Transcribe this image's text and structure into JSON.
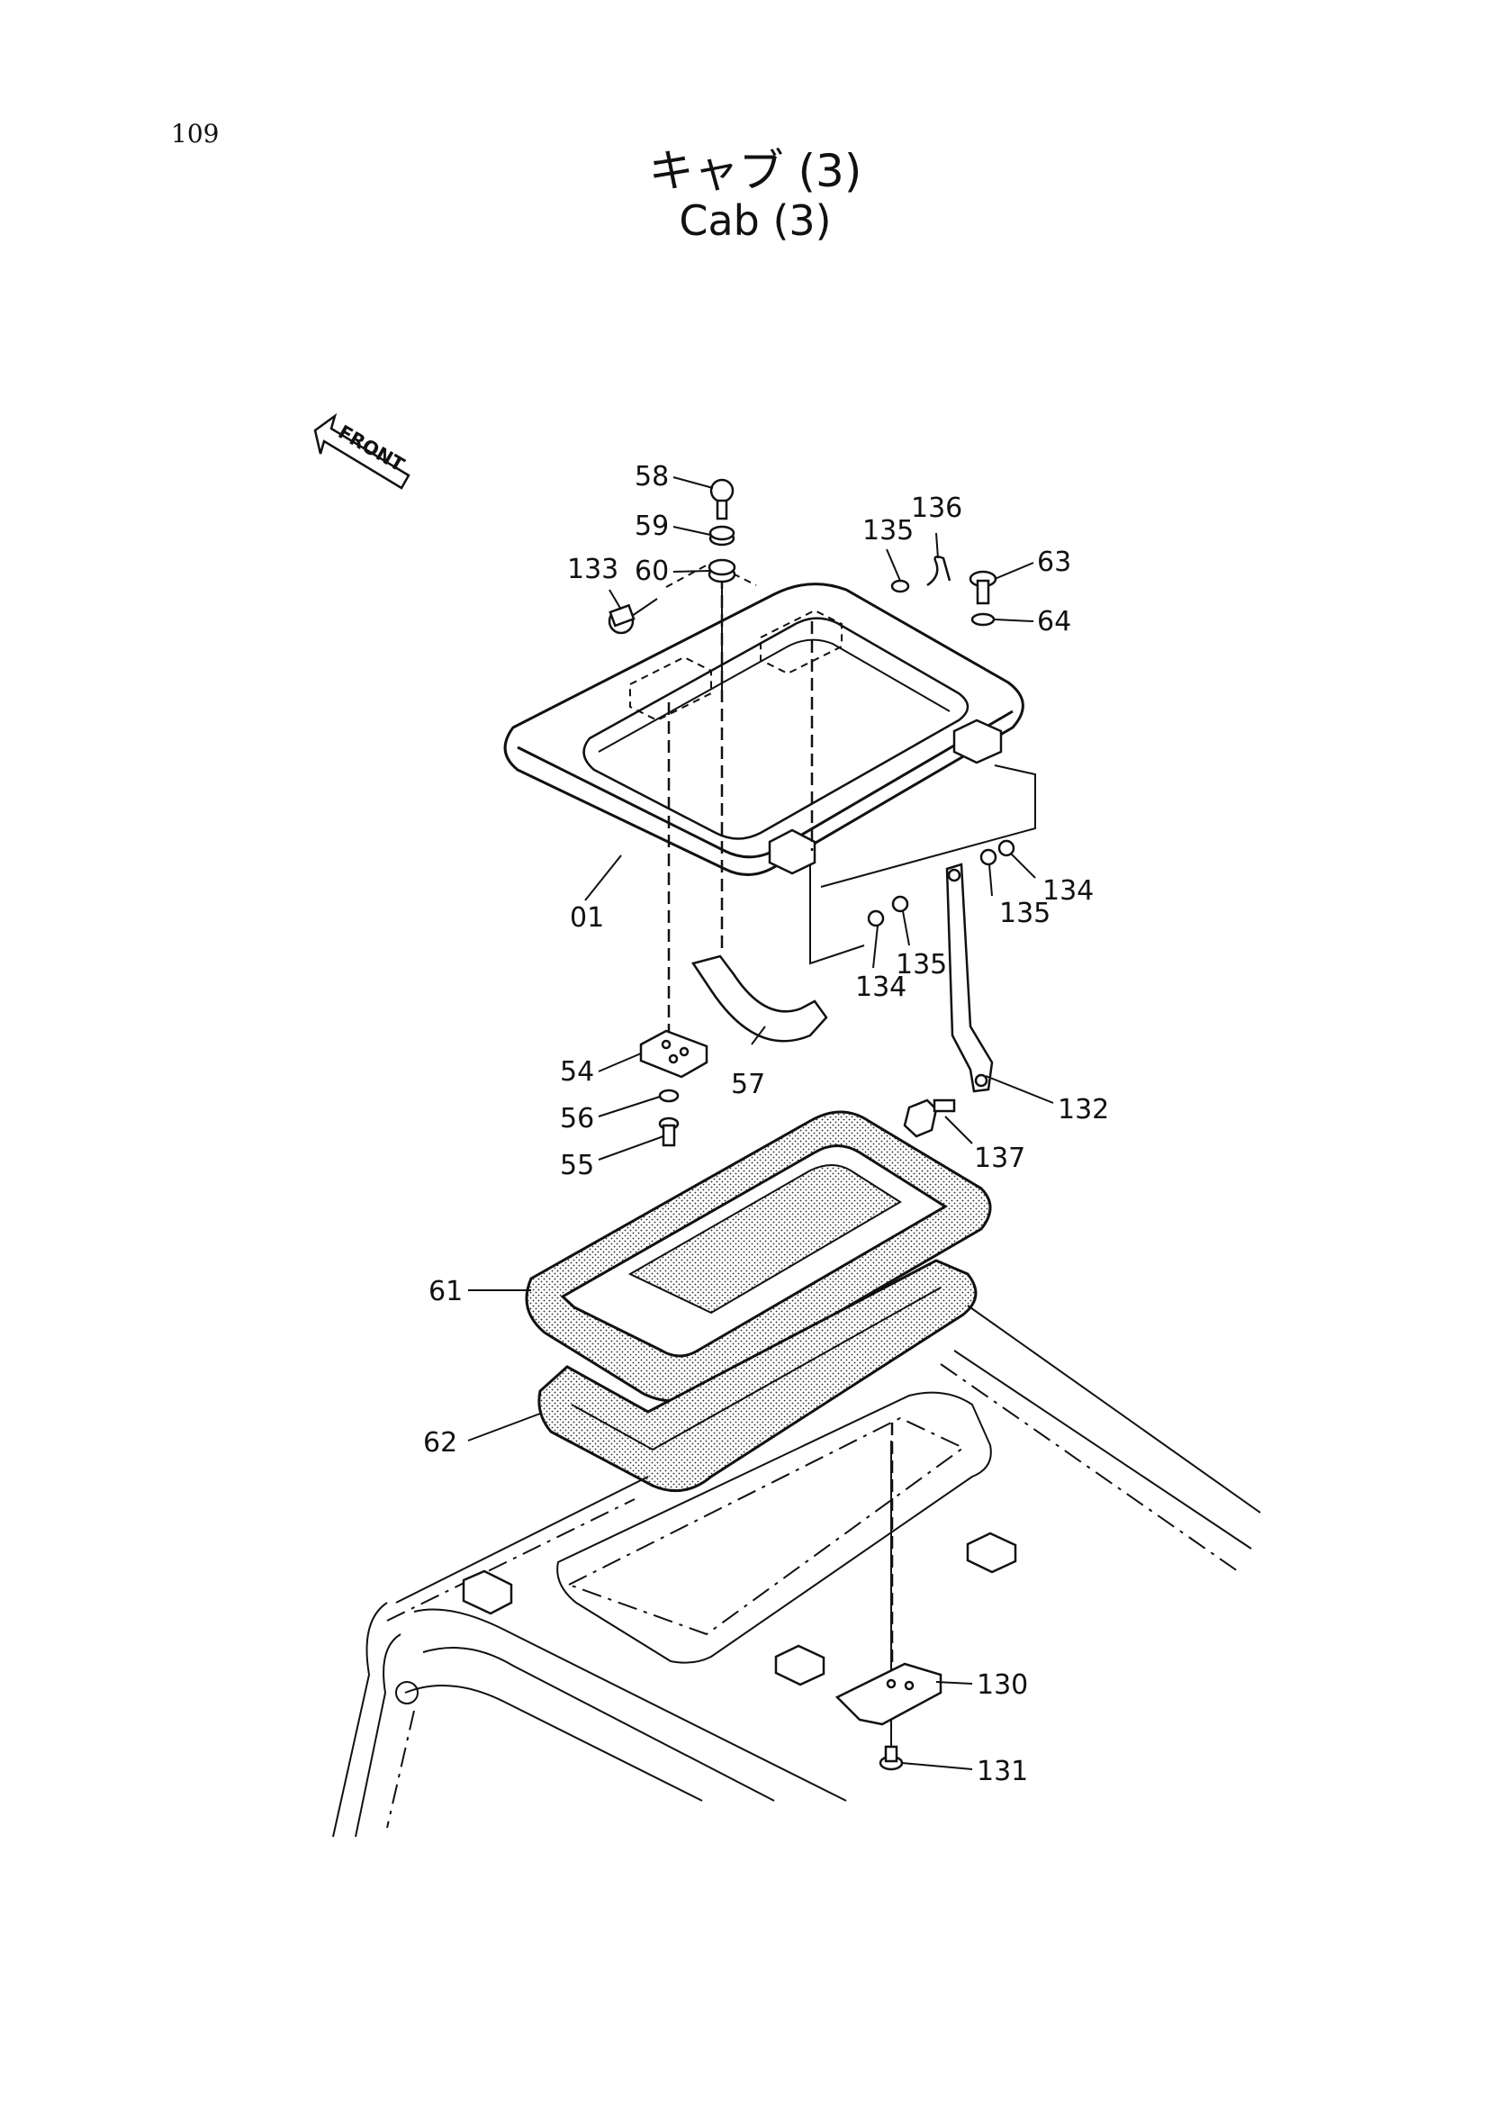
{
  "page_number": "109",
  "title_japanese": "キャブ (3)",
  "title_english": "Cab (3)",
  "front_arrow_label": "FRONT",
  "part_labels": {
    "p58": "58",
    "p59": "59",
    "p60": "60",
    "p133": "133",
    "p135a": "135",
    "p136": "136",
    "p63": "63",
    "p64": "64",
    "p01": "01",
    "p134a": "134",
    "p135b": "135",
    "p135c": "135",
    "p134b": "134",
    "p54": "54",
    "p56": "56",
    "p55": "55",
    "p57": "57",
    "p132": "132",
    "p137": "137",
    "p61": "61",
    "p62": "62",
    "p130": "130",
    "p131": "131"
  }
}
